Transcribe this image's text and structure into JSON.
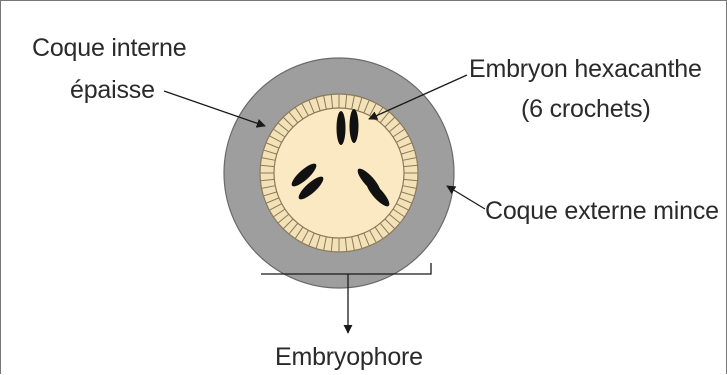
{
  "labels": {
    "coque_interne_line1": "Coque interne",
    "coque_interne_line2": "épaisse",
    "embryon_line1": "Embryon hexacanthe",
    "embryon_line2": "(6 crochets)",
    "coque_externe": "Coque externe mince",
    "embryophore": "Embryophore"
  },
  "colors": {
    "outer_shell": "#9b9b9b",
    "striated_ring": "#f3e1b8",
    "embryo": "#fbe9c4",
    "hooks": "#111111",
    "lines": "#1a1a1a"
  },
  "embryo_hook_count": 6
}
